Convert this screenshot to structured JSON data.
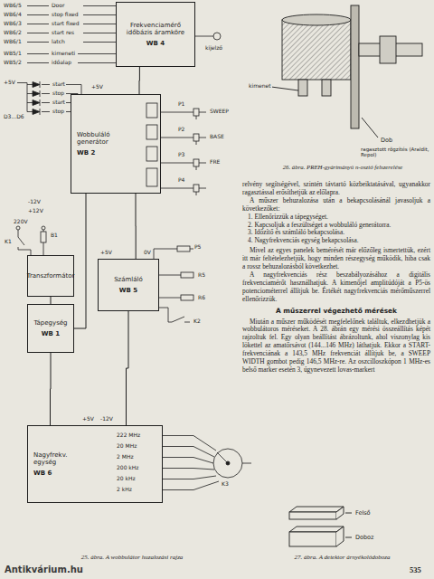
{
  "diagram": {
    "nodes": [
      {
        "text": [
          "Frekvenciamérő időbázis áramköre",
          "WB 4"
        ]
      },
      {
        "text": [
          "Wobbuláló generátor",
          "WB 2"
        ]
      },
      {
        "text": [
          "Transzformátor"
        ]
      },
      {
        "text": [
          "Tápegység",
          "WB 1"
        ]
      },
      {
        "text": [
          "Számláló",
          "WB 5"
        ]
      },
      {
        "text": [
          "Nagyfrekv. egység",
          "WB 6"
        ]
      }
    ],
    "edges": [
      {
        "from": 2,
        "to": 3,
        "arrow": "none"
      },
      {
        "from": 3,
        "to": 1,
        "arrow": "none"
      },
      {
        "from": 1,
        "to": 4,
        "arrow": "none"
      },
      {
        "from": 3,
        "to": 5,
        "arrow": "none"
      },
      {
        "from": 0,
        "to": 1,
        "arrow": "none"
      },
      {
        "from": 4,
        "to": 5,
        "arrow": "none"
      }
    ],
    "labels": [
      "WB6/5",
      "WB6/4",
      "WB6/3",
      "WB6/2",
      "WB6/1",
      "Door",
      "stop fixed",
      "start fixed",
      "start res",
      "latch",
      "WB5/1",
      "WB5/2",
      "kimeneti",
      "időalap",
      "+5V",
      "start",
      "stop",
      "start",
      "stop",
      "D3...D6",
      "kijelző",
      "+5V",
      "-12V",
      "+12V",
      "220V",
      "B1",
      "K1",
      "P1",
      "P2",
      "P3",
      "P4",
      "SWEEP",
      "BASE",
      "FRE",
      "+5V",
      "0V",
      "P5",
      "R5",
      "R6",
      "K2",
      "+5V",
      "-12V",
      "222 MHz",
      "20 MHz",
      "2 MHz",
      "200 kHz",
      "20 kHz",
      "2 kHz",
      "K3",
      "kimenet",
      "Dob",
      "ragasztott rögzítés (Araldit, Repol)",
      "26. ábra. PREH-gyártmányú n-osztó felszerelése",
      "relvény segítségével, szintén távtartó közbeiktatásával, ugyanakkor ragasztással erősíthetjük az előlapra.",
      "A műszer behuzalozása után a bekapcsolásánál javasoljuk a következőket:",
      "1. Ellenőrizzük a tápegységet.",
      "2. Kapcsoljuk a feszültséget a wobbuláló generátorra.",
      "3. Időzítő és számláló bekapcsolása.",
      "4. Nagyfrekvenciás egység bekapcsolása.",
      "Mivel az egyes panelek bemérését már előzőleg ismertettük, ezért itt már feltételezhetjük, hogy minden részegység működik, hiba csak a rossz behuzalozásból következhet.",
      "A nagyfrekvenciás rész beszabályozásához a digitális frekvenciamérőt használhatjuk. A kimenőjel amplitúdóját a P5-ös potenciométerrel állítjuk be. Értékét nagyfrekvenciás mérőműszerrel ellenőrizzük.",
      "A műszerrel végezhető mérések",
      "Miután a műszer működését megfelelőnek találtuk, elkezdhetjük a wobbulátoros méréseket. A 28. ábrán egy mérési összeállítás képét rajzoltuk fel. Egy olyan beállítást ábrázoltunk, ahol viszonylag kis lökettel az amatőrsávot (144...146 MHz) láthatjuk. Ekkor a START-frekvenciának a 143,5 MHz frekvenciát állítjuk be, a SWEEP WIDTH gombot pedig 146,5 MHz-re. Az oszcilloszkópon 1 MHz-es belső marker esetén 3, úgynevezett lovas-markert",
      "Felső",
      "Doboz",
      "25. ábra. A wobbulátor huzalozási rajza",
      "27. ábra. A detektor árnyékolódoboza",
      "535",
      "Antikvárium.hu"
    ]
  }
}
